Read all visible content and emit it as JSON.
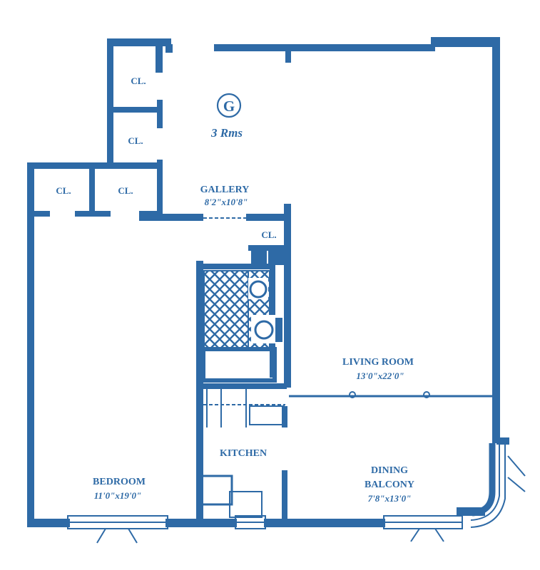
{
  "unit_code": "G",
  "unit_rooms": "3 Rms",
  "rooms": {
    "closet_1": "CL.",
    "closet_2": "CL.",
    "closet_3": "CL.",
    "closet_4": "CL.",
    "closet_5": "CL.",
    "gallery": {
      "name": "GALLERY",
      "dims": "8'2\"x10'8\""
    },
    "living_room": {
      "name": "LIVING ROOM",
      "dims": "13'0\"x22'0\""
    },
    "kitchen": {
      "name": "KITCHEN"
    },
    "bedroom": {
      "name": "BEDROOM",
      "dims": "11'0\"x19'0\""
    },
    "dining_balcony": {
      "name_line1": "DINING",
      "name_line2": "BALCONY",
      "dims": "7'8\"x13'0\""
    }
  },
  "colors": {
    "ink": "#2e6aa6",
    "paper": "#ffffff"
  }
}
